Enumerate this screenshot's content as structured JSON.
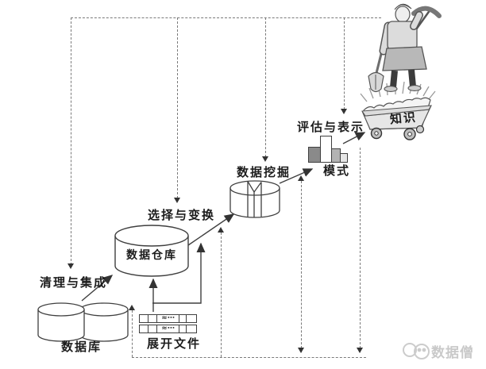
{
  "diagram": {
    "topic": "KDD knowledge discovery process",
    "labels": {
      "database": "数据库",
      "flat_files": "展开文件",
      "cleaning_integration": "清理与集成",
      "data_warehouse": "数据仓库",
      "selection_transformation": "选择与变换",
      "data_mining": "数据挖掘",
      "patterns": "模式",
      "evaluation_presentation": "评估与表示",
      "knowledge": "知识"
    },
    "flat_files_glyph": "≈⋯",
    "patterns_icon": {
      "bars": [
        {
          "w": 16,
          "h": 20,
          "color": "#8a8a8a"
        },
        {
          "w": 15,
          "h": 34,
          "color": "#ffffff"
        },
        {
          "w": 12,
          "h": 18,
          "color": "#b3b3b3"
        },
        {
          "w": 10,
          "h": 12,
          "color": "#e6e6e6"
        }
      ]
    },
    "watermark": "数据僧",
    "colors": {
      "solid_line": "#3f3f3f",
      "dashed_line": "#7a7a7a",
      "arrowhead": "#333333",
      "text": "#1c1c1c",
      "watermark": "#c9c9c9"
    }
  }
}
